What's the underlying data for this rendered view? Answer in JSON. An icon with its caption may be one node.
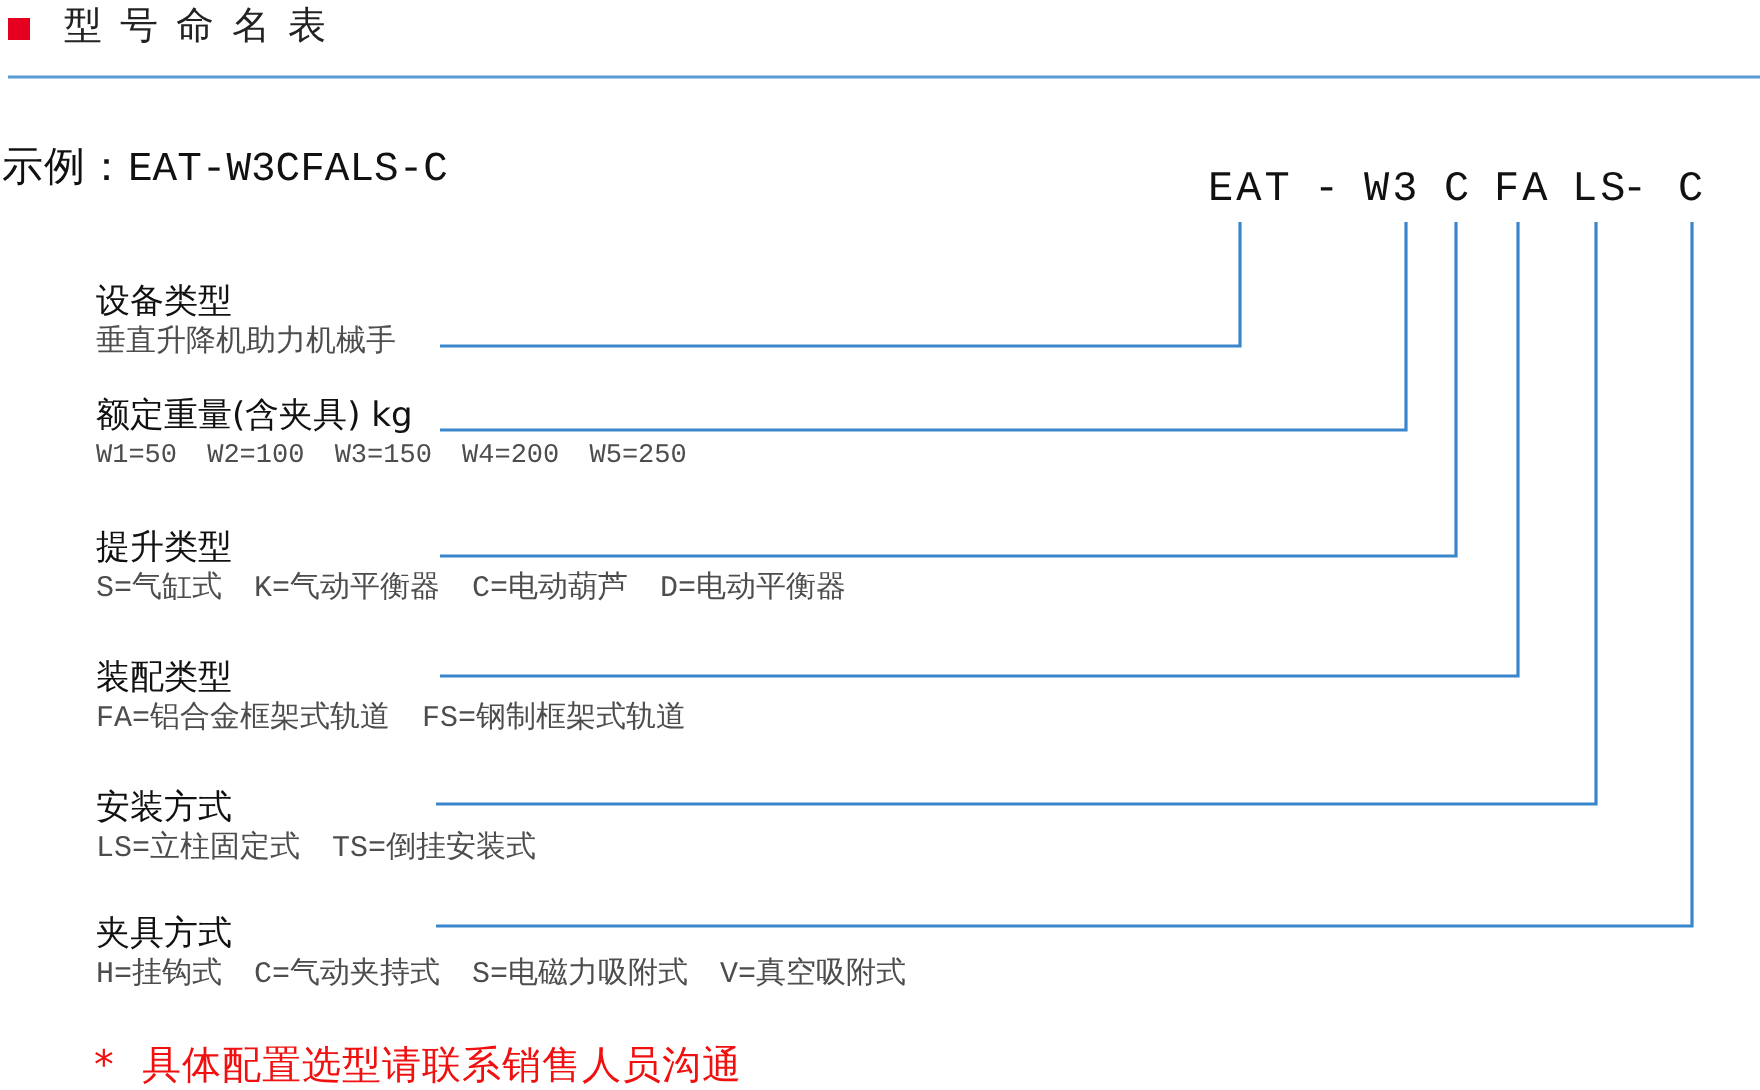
{
  "diagram": {
    "title": "型号命名表",
    "nodes": [
      {
        "text": [
          "EAT"
        ]
      },
      {
        "text": [
          "W3"
        ]
      },
      {
        "text": [
          "C"
        ]
      },
      {
        "text": [
          "FA"
        ]
      },
      {
        "text": [
          "LS"
        ]
      },
      {
        "text": [
          "C"
        ]
      },
      {
        "text": [
          "设备类型",
          "垂直升降机助力机械手"
        ]
      },
      {
        "text": [
          "额定重量(含夹具) kg",
          "W1=50 W2=100 W3=150 W4=200 W5=250"
        ]
      },
      {
        "text": [
          "提升类型",
          "S=气缸式 K=气动平衡器 C=电动葫芦 D=电动平衡器"
        ]
      },
      {
        "text": [
          "装配类型",
          "FA=铝合金框架式轨道 FS=钢制框架式轨道"
        ]
      },
      {
        "text": [
          "安装方式",
          "LS=立柱固定式 TS=倒挂安装式"
        ]
      },
      {
        "text": [
          "夹具方式",
          "H=挂钩式 C=气动夹持式 S=电磁力吸附式 V=真空吸附式"
        ]
      }
    ],
    "edges": [
      {
        "from": 0,
        "to": 6,
        "arrow": "none"
      },
      {
        "from": 1,
        "to": 7,
        "arrow": "none"
      },
      {
        "from": 2,
        "to": 8,
        "arrow": "none"
      },
      {
        "from": 3,
        "to": 9,
        "arrow": "none"
      },
      {
        "from": 4,
        "to": 10,
        "arrow": "none"
      },
      {
        "from": 5,
        "to": 11,
        "arrow": "none"
      }
    ],
    "labels": [
      "示例：EAT-W3CFALS-C",
      "-",
      "-",
      "* 具体配置选型请联系销售人员沟通"
    ]
  }
}
